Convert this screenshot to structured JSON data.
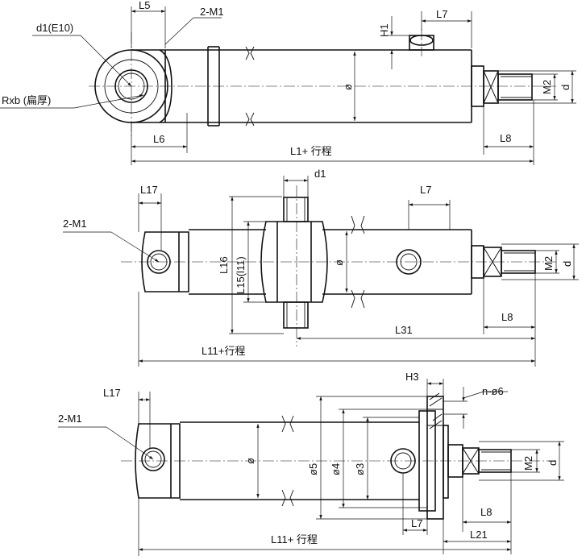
{
  "labels": {
    "view1": {
      "l5": "L5",
      "m1": "2-M1",
      "d1e10": "d1(E10)",
      "rxb": "Rxb (扁厚)",
      "h1": "H1",
      "l7": "L7",
      "phi": "ø",
      "m2": "M2",
      "d": "d",
      "l6": "L6",
      "l8": "L8",
      "total": "L1+ 行程"
    },
    "view2": {
      "l17": "L17",
      "d1": "d1",
      "l7": "L7",
      "m1": "2-M1",
      "l16": "L16",
      "l15": "L15(l11)",
      "phi": "ø",
      "m2": "M2",
      "d": "d",
      "l8": "L8",
      "l31": "L31",
      "total": "L11+行程"
    },
    "view3": {
      "h3": "H3",
      "nphi6": "n-ø6",
      "l17": "L17",
      "m1": "2-M1",
      "phi": "ø",
      "phi5": "ø5",
      "phi4": "ø4",
      "phi3": "ø3",
      "m2": "M2",
      "d": "d",
      "l8": "L8",
      "l7": "L7",
      "l21": "L21",
      "total": "L11+ 行程"
    }
  }
}
